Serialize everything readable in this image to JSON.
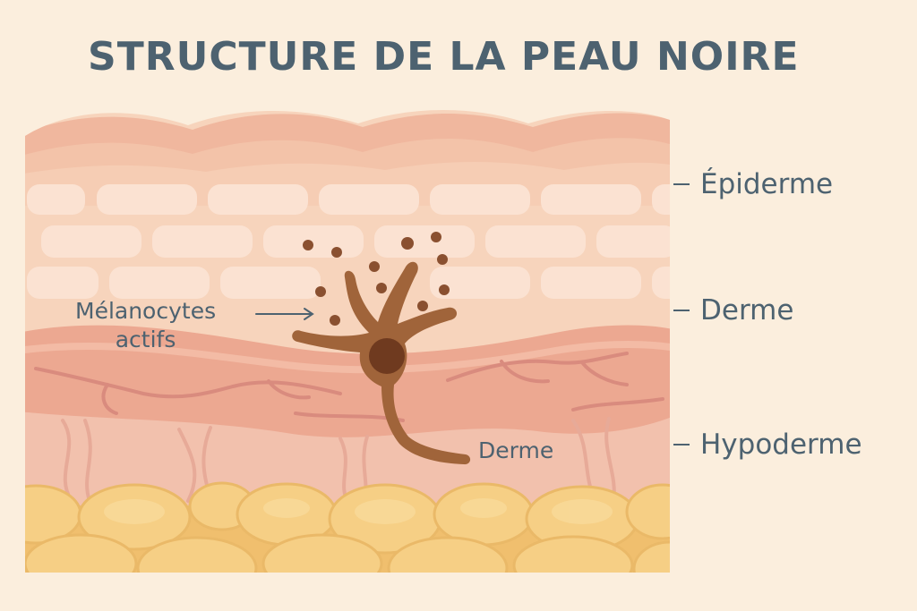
{
  "title": "STRUCTURE DE LA PEAU NOIRE",
  "layers": {
    "epidermis": "Épiderme",
    "dermis": "Derme",
    "hypodermis": "Hypoderme"
  },
  "callouts": {
    "melanocytes_line1": "Mélanocytes",
    "melanocytes_line2": "actifs",
    "dermis": "Derme"
  },
  "colors": {
    "background": "#fbeedd",
    "text": "#4d6270",
    "epidermis": "#f7d4bc",
    "dermis": "#eeb3a0",
    "fat": "#f5cf80",
    "melanocyte": "#9c5e34"
  }
}
